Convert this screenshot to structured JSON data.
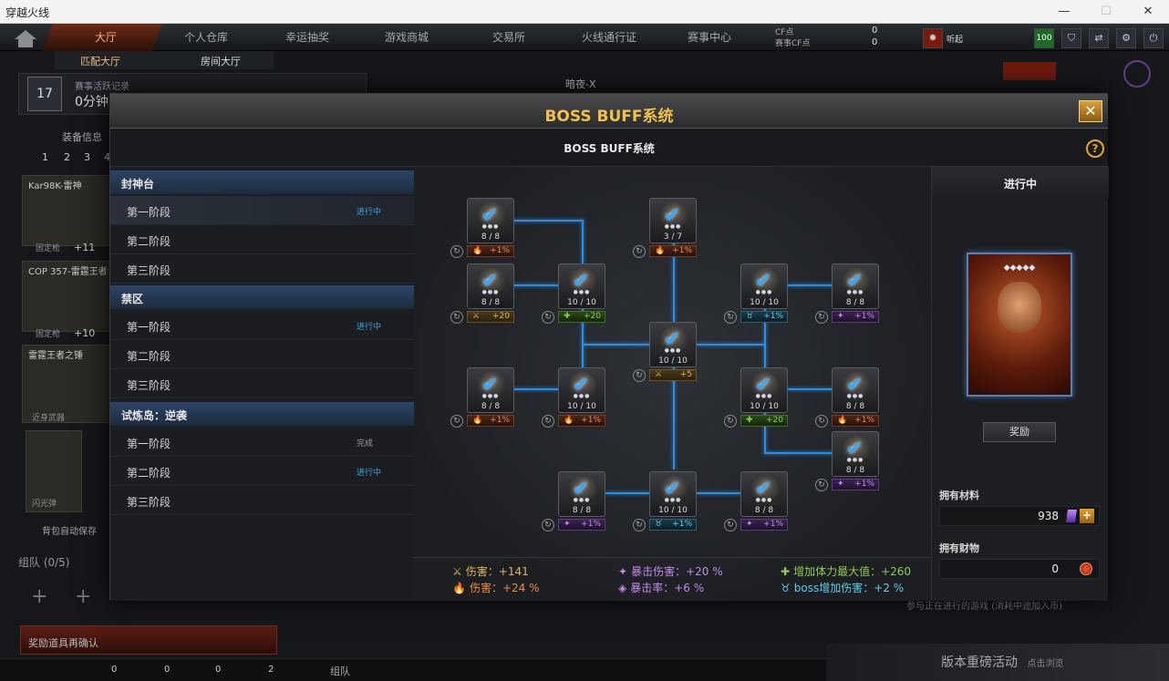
{
  "window": {
    "title": "穿越火线"
  },
  "nav": {
    "tabs": [
      "大厅",
      "个人仓库",
      "幸运抽奖",
      "游戏商城",
      "交易所",
      "火线通行证",
      "赛事中心"
    ],
    "cf_label": "CF点",
    "cf_match_label": "赛事CF点",
    "cf_value": "0",
    "cf_match_value": "0",
    "status_text": "听起",
    "level_badge": "100"
  },
  "subnav": {
    "items": [
      "匹配大厅",
      "房间大厅"
    ]
  },
  "background": {
    "rank": "17",
    "match_record": "赛事活跃记录",
    "time": "0分钟",
    "mode": "暗夜-X",
    "equip_info": "装备信息",
    "slots": [
      "1",
      "2",
      "3",
      "4"
    ],
    "weapons": [
      {
        "name": "Kar98K-雷神",
        "tag": "固定枪",
        "count": "+11"
      },
      {
        "name": "COP 357-雷霆王者",
        "tag": "固定枪",
        "count": "+10"
      },
      {
        "name": "雷霆王者之锤",
        "tag": "近身武器",
        "count": ""
      },
      {
        "name": "闪光弹",
        "tag": "",
        "count": ""
      }
    ],
    "auto_save": "背包自动保存",
    "team": "组队 (0/5)",
    "confirm": "奖励道具再确认",
    "bottom_counts": [
      "0",
      "0",
      "0",
      "2"
    ],
    "bottom_team": "组队",
    "promo": "版本重磅活动",
    "promo_sub": "点击浏览",
    "side_text": "参与正在进行的游戏 (消耗中途加入币)"
  },
  "modal": {
    "title": "BOSS BUFF系统",
    "subtitle": "BOSS BUFF系统",
    "close": "✕",
    "help": "?",
    "sections": [
      {
        "name": "封神台",
        "stages": [
          {
            "label": "第一阶段",
            "status": "进行中"
          },
          {
            "label": "第二阶段",
            "status": ""
          },
          {
            "label": "第三阶段",
            "status": ""
          }
        ]
      },
      {
        "name": "禁区",
        "stages": [
          {
            "label": "第一阶段",
            "status": "进行中"
          },
          {
            "label": "第二阶段",
            "status": ""
          },
          {
            "label": "第三阶段",
            "status": ""
          }
        ]
      },
      {
        "name": "试炼岛：逆袭",
        "stages": [
          {
            "label": "第一阶段",
            "status": "完成"
          },
          {
            "label": "第二阶段",
            "status": "进行中"
          },
          {
            "label": "第三阶段",
            "status": ""
          }
        ]
      }
    ],
    "nodes": [
      {
        "progress": "8 / 8",
        "bonus": "+1%",
        "kind": "fire"
      },
      {
        "progress": "3 / 7",
        "bonus": "+1%",
        "kind": "fire"
      },
      {
        "progress": "8 / 8",
        "bonus": "+20",
        "kind": "gold"
      },
      {
        "progress": "10 / 10",
        "bonus": "+20",
        "kind": "green"
      },
      {
        "progress": "10 / 10",
        "bonus": "+1%",
        "kind": "blue"
      },
      {
        "progress": "8 / 8",
        "bonus": "+1%",
        "kind": "purple"
      },
      {
        "progress": "10 / 10",
        "bonus": "+5",
        "kind": "gold"
      },
      {
        "progress": "8 / 8",
        "bonus": "+1%",
        "kind": "fire"
      },
      {
        "progress": "10 / 10",
        "bonus": "+1%",
        "kind": "fire"
      },
      {
        "progress": "10 / 10",
        "bonus": "+20",
        "kind": "green"
      },
      {
        "progress": "8 / 8",
        "bonus": "+1%",
        "kind": "fire"
      },
      {
        "progress": "8 / 8",
        "bonus": "+1%",
        "kind": "purple"
      },
      {
        "progress": "8 / 8",
        "bonus": "+1%",
        "kind": "purple"
      },
      {
        "progress": "10 / 10",
        "bonus": "+1%",
        "kind": "blue"
      },
      {
        "progress": "8 / 8",
        "bonus": "+1%",
        "kind": "purple"
      }
    ],
    "stats": [
      {
        "label": "伤害：+141",
        "color": "#e0b55a",
        "icon": "⚔"
      },
      {
        "label": "伤害：+24 %",
        "color": "#f08a46",
        "icon": "🔥"
      },
      {
        "label": "暴击伤害：+20 %",
        "color": "#c58af0",
        "icon": "✦"
      },
      {
        "label": "暴击率：+6 %",
        "color": "#c58af0",
        "icon": "◈"
      },
      {
        "label": "增加体力最大值：+260",
        "color": "#8bd04a",
        "icon": "✚"
      },
      {
        "label": "boss增加伤害：+2 %",
        "color": "#5acfe8",
        "icon": "♉"
      }
    ],
    "right": {
      "status": "进行中",
      "reward_button": "奖励",
      "materials_label": "拥有材料",
      "materials_value": "938",
      "wealth_label": "拥有财物",
      "wealth_value": "0"
    }
  },
  "colors": {
    "accent": "#f2c14b",
    "link": "#2a8ee6",
    "in_progress": "#38a3e6"
  }
}
